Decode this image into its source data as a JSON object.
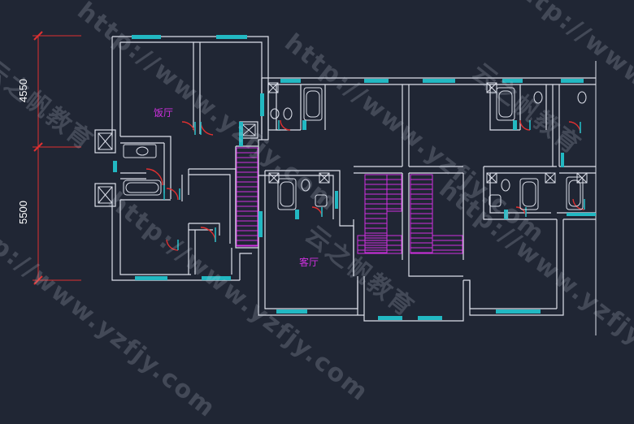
{
  "drawing": {
    "background": "#202634",
    "wall_color": "#dde0ea",
    "window_color": "#22b8c2",
    "door_color": "#e03030",
    "stair_color": "#d030e0",
    "dimension_color": "#e03030"
  },
  "dimensions": {
    "upper": "4550",
    "lower": "5500"
  },
  "rooms": {
    "dining": "饭厅",
    "living": "客厅"
  },
  "watermarks": {
    "url": "http://www.yzfjy.com",
    "brand": "云之帆教育"
  }
}
